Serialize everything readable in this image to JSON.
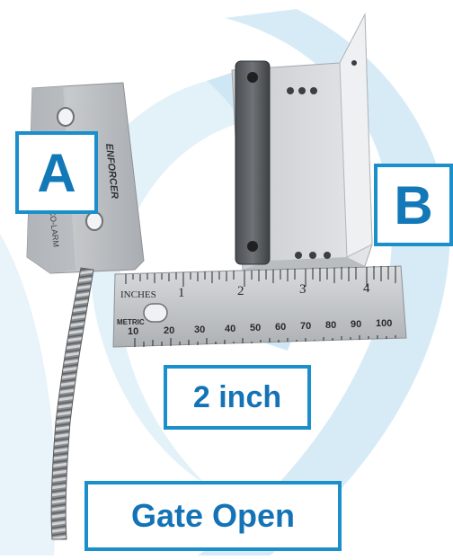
{
  "labels": {
    "part_a": "A",
    "part_b": "B",
    "size": "2 inch",
    "status": "Gate Open"
  },
  "sensor_a": {
    "brand_text": "ENFORCER",
    "model_text": "SECO-LARM"
  },
  "ruler": {
    "inches_label": "INCHES",
    "metric_label": "METRIC",
    "inch_marks": [
      "1",
      "2",
      "3",
      "4"
    ],
    "metric_marks": [
      "10",
      "20",
      "30",
      "40",
      "50",
      "60",
      "70",
      "80",
      "90",
      "100"
    ]
  },
  "colors": {
    "accent_blue": "#1b8fcb",
    "text_blue": "#1473b6",
    "watermark_blue": "#cfe7f5"
  }
}
